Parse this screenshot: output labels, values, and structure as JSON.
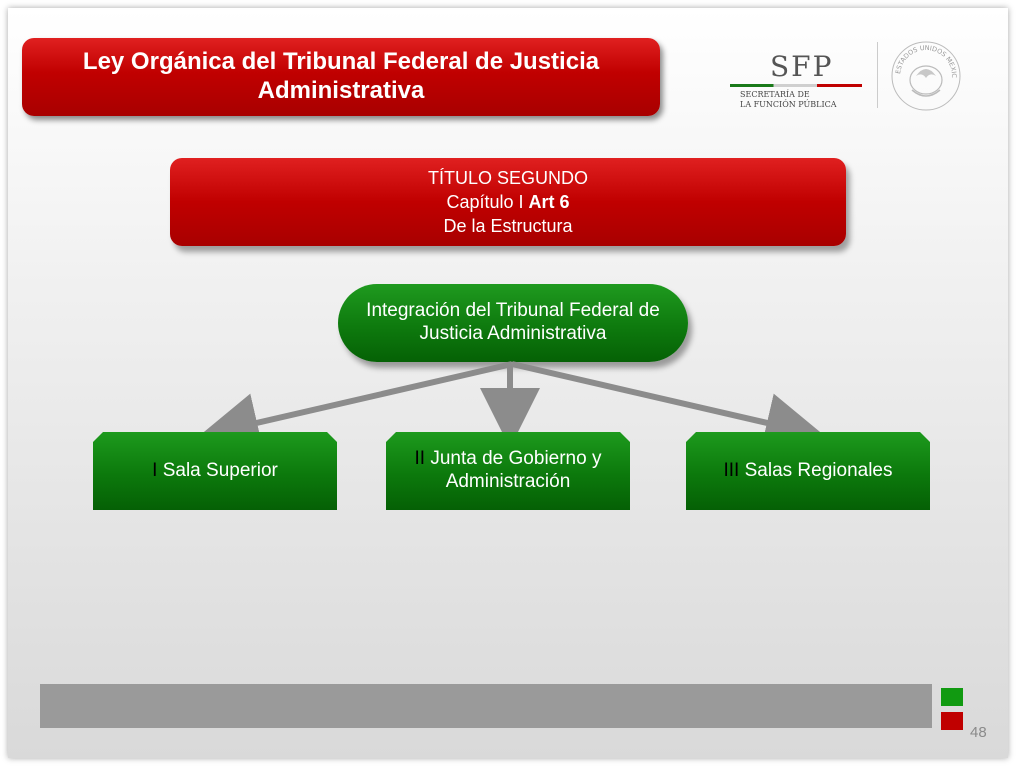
{
  "header": {
    "title": "Ley Orgánica del Tribunal Federal de Justicia Administrativa"
  },
  "logo": {
    "letters": "SFP",
    "line1": "SECRETARÍA DE",
    "line2": "LA FUNCIÓN PÚBLICA",
    "seal_text": "ESTADOS UNIDOS MEXICANOS"
  },
  "section": {
    "line1": "TÍTULO SEGUNDO",
    "line2_prefix": "Capítulo I ",
    "line2_bold": "Art 6",
    "line3": "De la Estructura"
  },
  "root": {
    "label": "Integración del Tribunal Federal de Justicia Administrativa"
  },
  "nodes": [
    {
      "roman": "I",
      "label": " Sala Superior"
    },
    {
      "roman": "II",
      "label": " Junta de Gobierno y Administración"
    },
    {
      "roman": "III",
      "label": " Salas Regionales"
    }
  ],
  "footer": {
    "page_number": "48"
  },
  "colors": {
    "red": "#c00000",
    "green": "#0e7a0e",
    "arrow": "#8c8c8c",
    "bar": "#9a9a9a"
  }
}
